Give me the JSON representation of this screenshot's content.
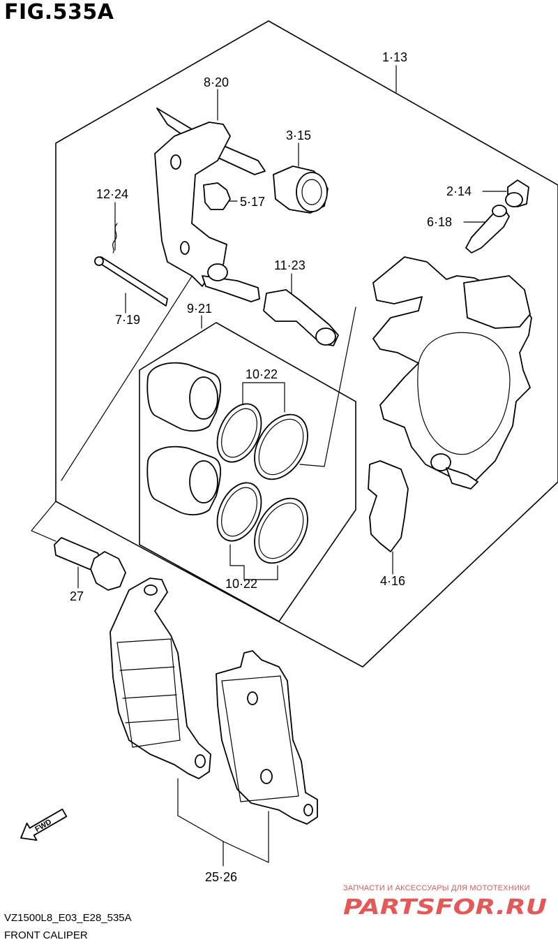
{
  "figure_title": "FIG.535A",
  "callouts": [
    {
      "id": "1",
      "label": "1·13"
    },
    {
      "id": "8",
      "label": "8·20"
    },
    {
      "id": "3",
      "label": "3·15"
    },
    {
      "id": "12",
      "label": "12·24"
    },
    {
      "id": "5",
      "label": "5·17"
    },
    {
      "id": "2",
      "label": "2·14"
    },
    {
      "id": "6",
      "label": "6·18"
    },
    {
      "id": "11",
      "label": "11·23"
    },
    {
      "id": "7",
      "label": "7·19"
    },
    {
      "id": "9",
      "label": "9·21"
    },
    {
      "id": "10a",
      "label": "10·22"
    },
    {
      "id": "10b",
      "label": "10·22"
    },
    {
      "id": "4",
      "label": "4·16"
    },
    {
      "id": "27",
      "label": "27"
    },
    {
      "id": "25",
      "label": "25·26"
    }
  ],
  "fwd_label": "FWD",
  "footer": {
    "code": "VZ1500L8_E03_E28_535A",
    "name": "FRONT CALIPER"
  },
  "watermark": {
    "tagline": "ЗАПЧАСТИ И АКСЕССУАРЫ ДЛЯ МОТОТЕХНИКИ",
    "logo_text": "PARTSFOR.RU",
    "color": "#e03c3c"
  }
}
